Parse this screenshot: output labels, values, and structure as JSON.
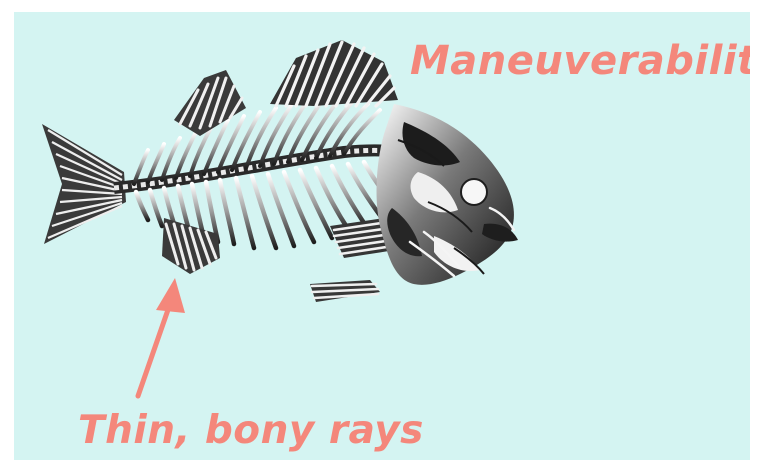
{
  "labels": {
    "top": "Maneuverability",
    "bottom": "Thin, bony rays"
  },
  "icons": {
    "illustration": "fish-skeleton-illustration",
    "pointer": "arrow-up-icon"
  },
  "colors": {
    "background": "#d4f4f2",
    "accent": "#f4877b",
    "bone_light": "#f3f3f3",
    "bone_dark": "#2b2b2b"
  }
}
